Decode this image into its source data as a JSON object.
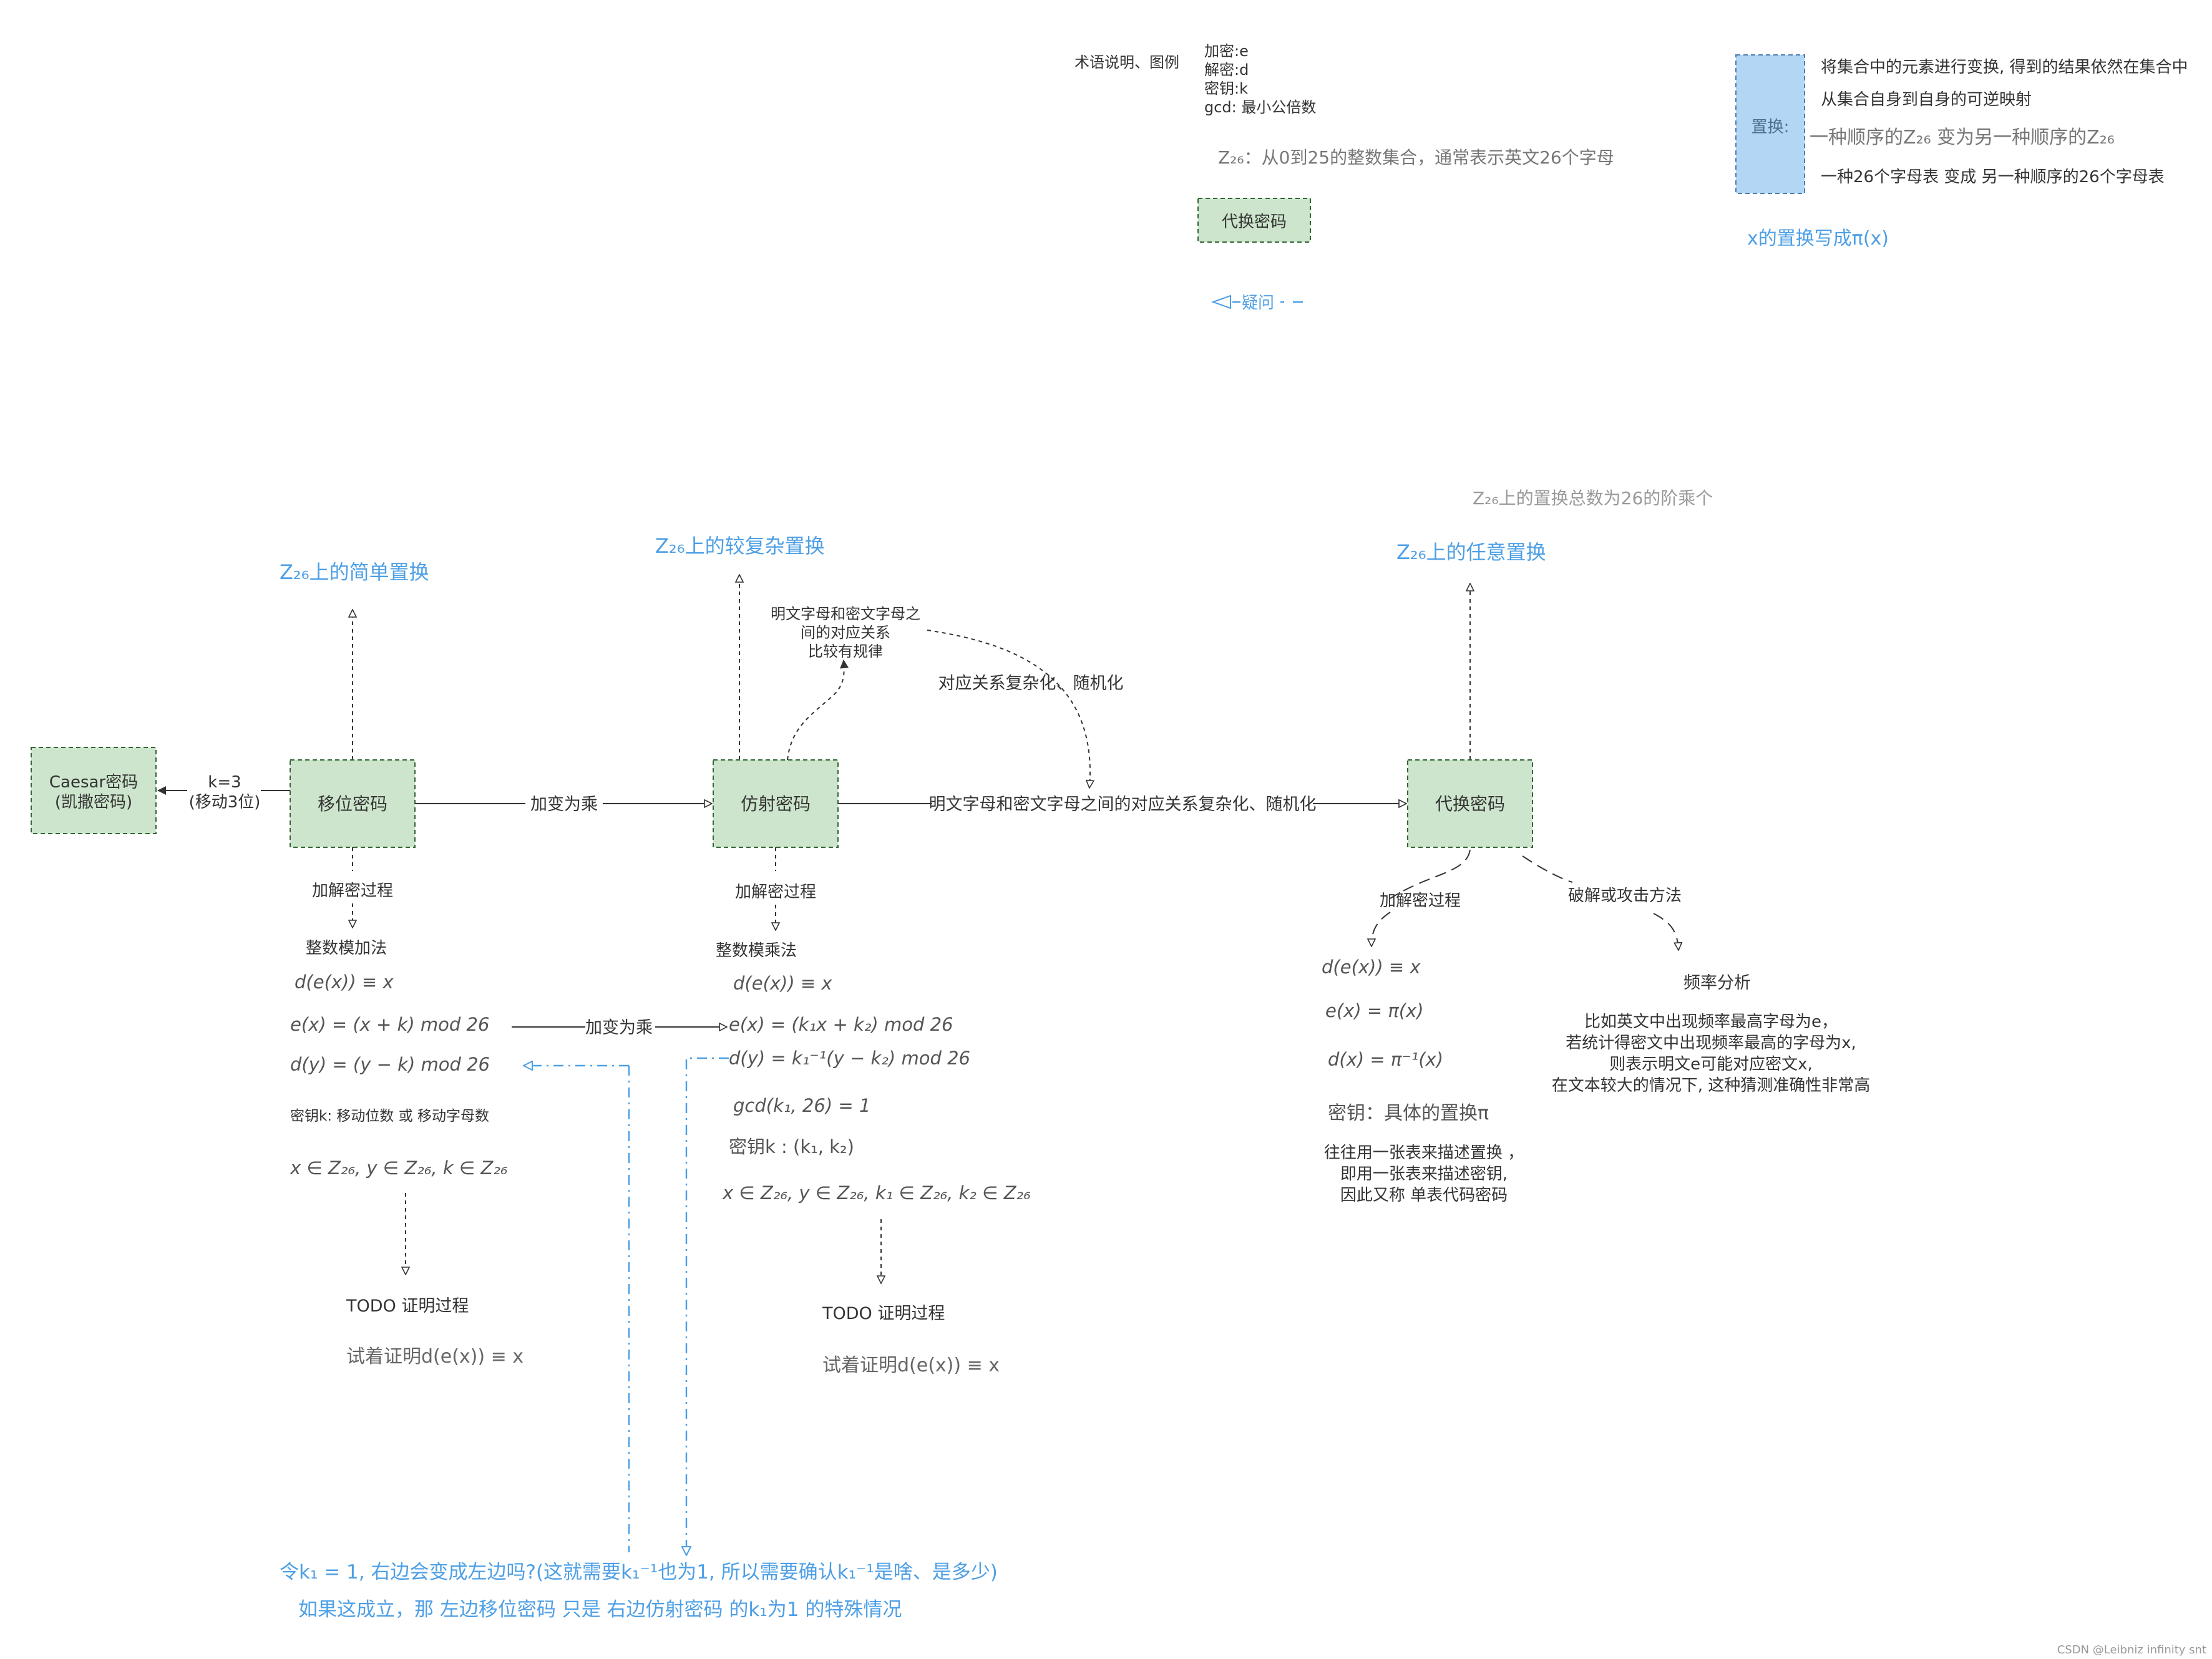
{
  "legend": {
    "title": "术语说明、图例",
    "terms": [
      "加密:e",
      "解密:d",
      "密钥:k",
      "gcd: 最小公倍数"
    ],
    "z26_definition": "Z₂₆：从0到25的整数集合，通常表示英文26个字母",
    "sample_box_label": "代换密码",
    "question_arrow_label": "疑问"
  },
  "permutation": {
    "box_label": "置换:",
    "lines": [
      "将集合中的元素进行变换, 得到的结果依然在集合中",
      "从集合自身到自身的可逆映射",
      "一种顺序的Z₂₆  变为另一种顺序的Z₂₆",
      "一种26个字母表 变成 另一种顺序的26个字母表"
    ],
    "notation": "x的置换写成π(x)"
  },
  "nodes": {
    "caesar": [
      "Caesar密码",
      "(凯撒密码)"
    ],
    "shift": "移位密码",
    "affine": "仿射密码",
    "substitution": "代换密码"
  },
  "edges": {
    "caesar_label": [
      "k=3",
      "(移动3位)"
    ],
    "shift_to_affine": "加变为乘",
    "affine_to_sub": "明文字母和密文字母之间的对应关系复杂化、随机化",
    "affine_note": [
      "明文字母和密文字母之",
      "间的对应关系",
      "比较有规律"
    ],
    "curve_label": "对应关系复杂化、随机化",
    "formula_arrow": "加变为乘"
  },
  "categories": {
    "shift": "Z₂₆上的简单置换",
    "affine": "Z₂₆上的较复杂置换",
    "substitution": "Z₂₆上的任意置换",
    "sub_count": "Z₂₆上的置换总数为26的阶乘个"
  },
  "shift_detail": {
    "process": "加解密过程",
    "method": "整数模加法",
    "identity": "d(e(x)) ≡ x",
    "encrypt": "e(x) = (x + k)   mod 26",
    "decrypt": "d(y) = (y − k)   mod 26",
    "key": "密钥k: 移动位数 或 移动字母数",
    "domain": "x ∈ Z₂₆,  y ∈ Z₂₆, k ∈ Z₂₆",
    "todo": "TODO 证明过程",
    "try_proof": "试着证明d(e(x)) ≡ x"
  },
  "affine_detail": {
    "process": "加解密过程",
    "method": "整数模乘法",
    "identity": "d(e(x)) ≡ x",
    "encrypt": "e(x) = (k₁x + k₂)   mod 26",
    "decrypt": "d(y) = k₁⁻¹(y − k₂)   mod 26",
    "gcd": "gcd(k₁, 26) = 1",
    "key": "密钥k : (k₁, k₂)",
    "domain": "x ∈ Z₂₆,  y ∈ Z₂₆, k₁ ∈ Z₂₆, k₂ ∈ Z₂₆",
    "todo": "TODO 证明过程",
    "try_proof": "试着证明d(e(x)) ≡ x"
  },
  "sub_detail": {
    "process": "加解密过程",
    "identity": "d(e(x)) ≡ x",
    "encrypt": "e(x) = π(x)",
    "decrypt": "d(x) = π⁻¹(x)",
    "key": "密钥：具体的置换π",
    "notes": [
      "往往用一张表来描述置换 ，",
      "即用一张表来描述密钥,",
      "因此又称 单表代码密码"
    ]
  },
  "attack": {
    "label": "破解或攻击方法",
    "method": "频率分析",
    "notes": [
      "比如英文中出现频率最高字母为e，",
      "若统计得密文中出现频率最高的字母为x,",
      "则表示明文e可能对应密文x,",
      "在文本较大的情况下, 这种猜测准确性非常高"
    ]
  },
  "question": {
    "line1": "令k₁ = 1, 右边会变成左边吗?(这就需要k₁⁻¹也为1, 所以需要确认k₁⁻¹是啥、是多少)",
    "line2": "如果这成立，那 左边移位密码 只是 右边仿射密码 的k₁为1 的特殊情况"
  },
  "watermark": "CSDN @Leibniz infinity snt",
  "colors": {
    "node_fill": "#cce5cc",
    "node_border": "#336633",
    "permutation_fill": "#b3d6f5",
    "accent_blue": "#4d9fe5",
    "text": "#333333",
    "muted": "#999999"
  }
}
